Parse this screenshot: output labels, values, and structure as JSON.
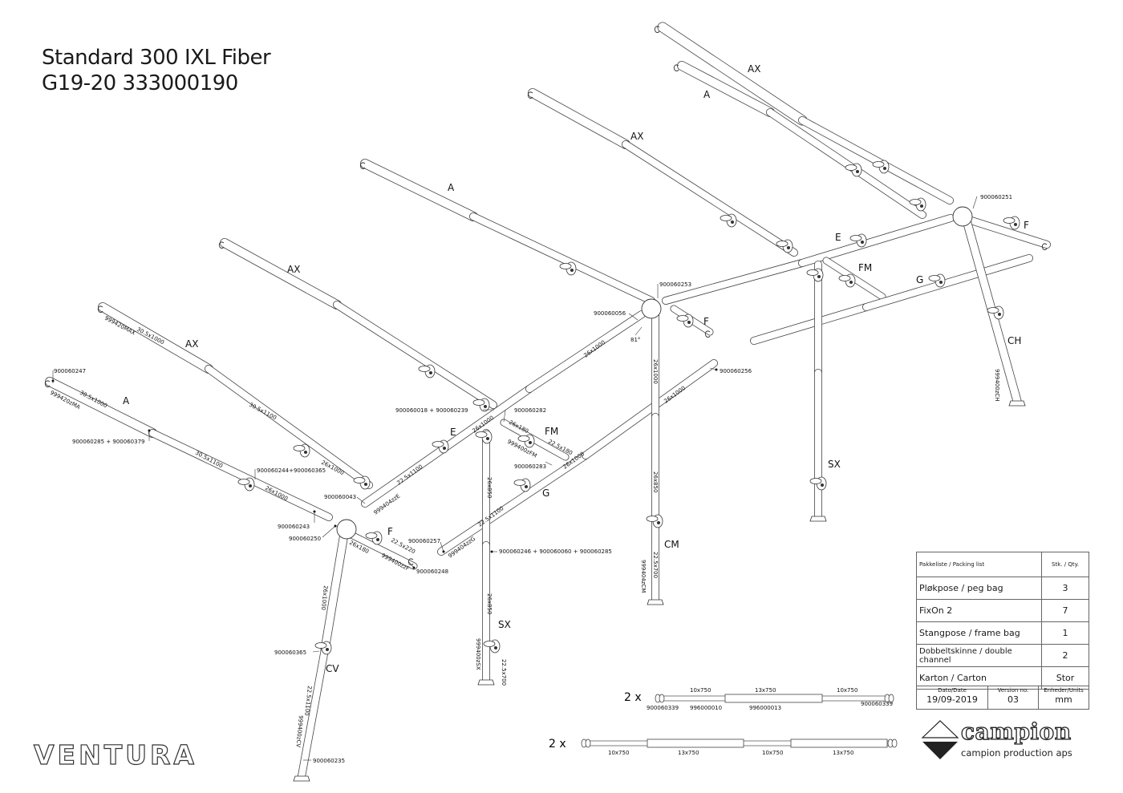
{
  "title": {
    "line1": "Standard 300 IXL Fiber",
    "line2": "G19-20 333000190"
  },
  "brand_left": "VENTURA",
  "brand_right": {
    "name": "campion",
    "subtitle": "campion production aps"
  },
  "part_labels": {
    "ax_top": "AX",
    "a_top": "A",
    "ax_2": "AX",
    "a_2": "A",
    "ax_3": "AX",
    "ax_4": "AX",
    "a_front": "A",
    "e_right": "E",
    "f_right": "F",
    "fm_right": "FM",
    "g_right": "G",
    "ch": "CH",
    "sx_right": "SX",
    "f_mid": "F",
    "e_mid": "E",
    "fm_mid": "FM",
    "g_mid": "G",
    "cm": "CM",
    "sx_mid": "SX",
    "cv": "CV",
    "f_front": "F"
  },
  "part_numbers": {
    "p900060251": "900060251",
    "p900060253": "900060253",
    "p900060056": "900060056",
    "angle81": "81°",
    "p900060256": "900060256",
    "p900060018": "900060018 + 900060239",
    "p900060282": "900060282",
    "p900060283": "900060283",
    "p999400zFM": "999400zFM",
    "p999404zzE": "999404zzE",
    "p900060043": "900060043",
    "p900060247": "900060247",
    "p999420zMA": "999420zMA",
    "p999420MAX": "999420MAX",
    "p900060285": "900060285 + 900060379",
    "p900060244": "900060244+900060365",
    "p900060243": "900060243",
    "p900060250": "900060250",
    "p900060257": "900060257",
    "p999404zzG": "999404zzG",
    "p900060248": "900060248",
    "p999400zzF": "999400zzF",
    "p900060246": "900060246 + 900060060 + 900060285",
    "p999400zSX": "999400zSX",
    "p999404zCM": "999404zCM",
    "p999400zCH": "999400zCH",
    "p999400zCV": "999400zCV",
    "p900060365": "900060365",
    "p900060235": "900060235"
  },
  "dimensions": {
    "d_ax_30_1000": "30.5x1000",
    "d_ax_30_1100": "30.5x1100",
    "d_ax_26_1000": "26x1000",
    "d_a_30_1000": "30.5x1000",
    "d_a_30_1100": "30.5x1100",
    "d_a_26_1000": "26x1000",
    "d_e_22_1100": "22.5x1100",
    "d_e_26_1000": "26x1000",
    "d_fm_26_180": "26x180",
    "d_fm_22_180": "22.5x180",
    "d_g_22_1100": "22.5x1100",
    "d_g_26_1000": "26x1000",
    "d_f_26_180": "26x180",
    "d_f_22_220": "22.5x220",
    "d_sx_26_850": "26x850",
    "d_sx_22_700": "22.5x700",
    "d_cm_26_1000": "26x1000",
    "d_cm_26_850": "26x850",
    "d_cm_22_700": "22.5x700",
    "d_cv_26_1000": "26x1000",
    "d_cv_22_1100": "22.5x1100"
  },
  "rods": [
    {
      "qty": "2 x",
      "segments": [
        "10x750",
        "13x750",
        "10x750"
      ],
      "parts": [
        "900060339",
        "996000010",
        "996000013",
        "900060339"
      ]
    },
    {
      "qty": "2 x",
      "segments": [
        "10x750",
        "13x750",
        "10x750",
        "13x750"
      ]
    }
  ],
  "packing_list": {
    "header": "Pakkeliste / Packing list",
    "qty_header": "Stk. / Qty.",
    "items": [
      {
        "name": "Pløkpose / peg bag",
        "qty": "3"
      },
      {
        "name": "FixOn 2",
        "qty": "7"
      },
      {
        "name": "Stangpose / frame bag",
        "qty": "1"
      },
      {
        "name": "Dobbeltskinne / double channel",
        "qty": "2"
      },
      {
        "name": "Karton / Carton",
        "qty": "Stor"
      }
    ]
  },
  "meta": {
    "date_label": "Dato/Date",
    "date": "19/09-2019",
    "version_label": "Version no.",
    "version": "03",
    "units_label": "Enheder/Units",
    "units": "mm"
  }
}
